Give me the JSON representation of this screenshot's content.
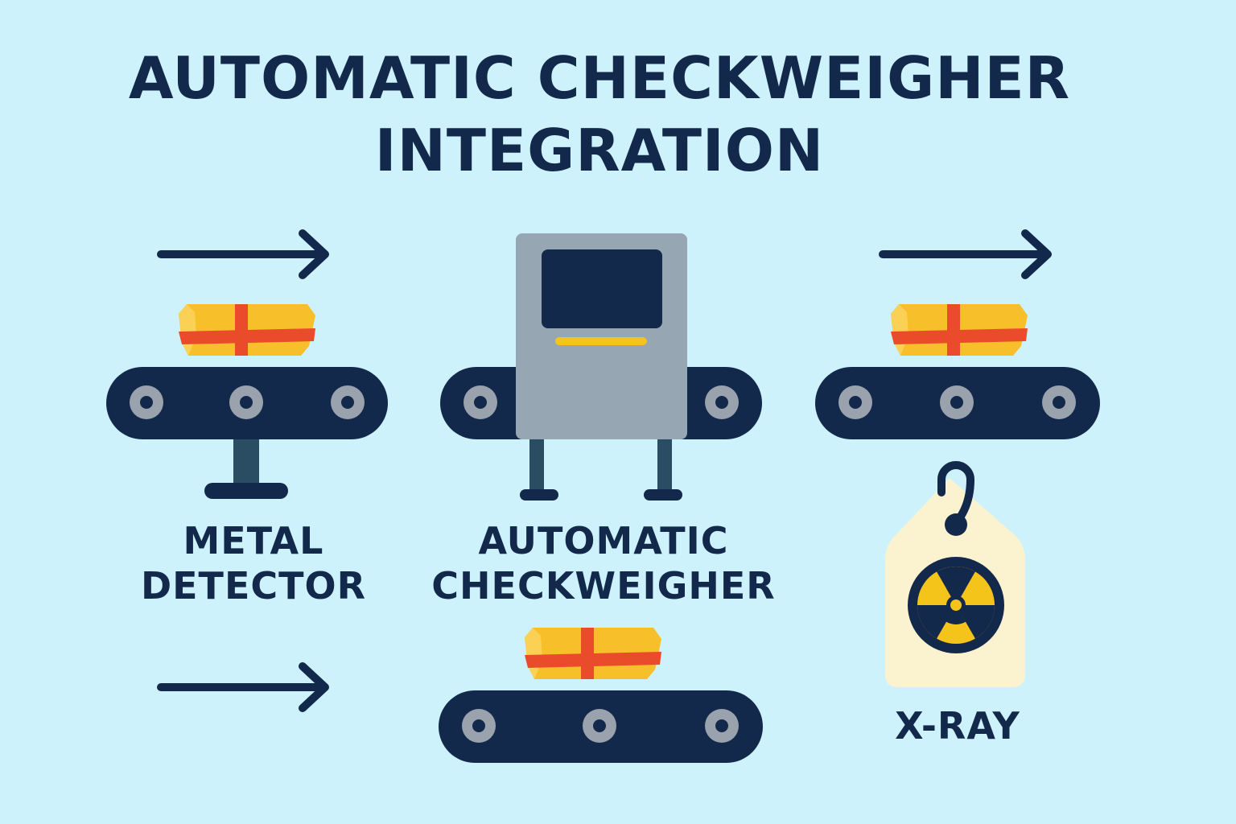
{
  "title": {
    "line1": "AUTOMATIC CHECKWEIGHER",
    "line2": "INTEGRATION"
  },
  "stations": {
    "metal_detector": {
      "line1": "METAL",
      "line2": "DETECTOR"
    },
    "checkweigher": {
      "line1": "AUTOMATIC",
      "line2": "CHECKWEIGHER"
    },
    "xray": {
      "line1": "X-RAY"
    }
  },
  "colors": {
    "background": "#cdf2fb",
    "navy": "#13294b",
    "machine_gray": "#97a6b3",
    "roller_gray": "#9aa3ad",
    "box_yellow": "#f7bf2a",
    "ribbon_red": "#ea4b2b",
    "tag_cream": "#fbf3cf",
    "accent_yellow": "#f5c41a"
  },
  "icons": [
    "arrow-right-icon",
    "package-icon",
    "conveyor-icon",
    "checkweigher-machine-icon",
    "radiation-tag-icon"
  ]
}
